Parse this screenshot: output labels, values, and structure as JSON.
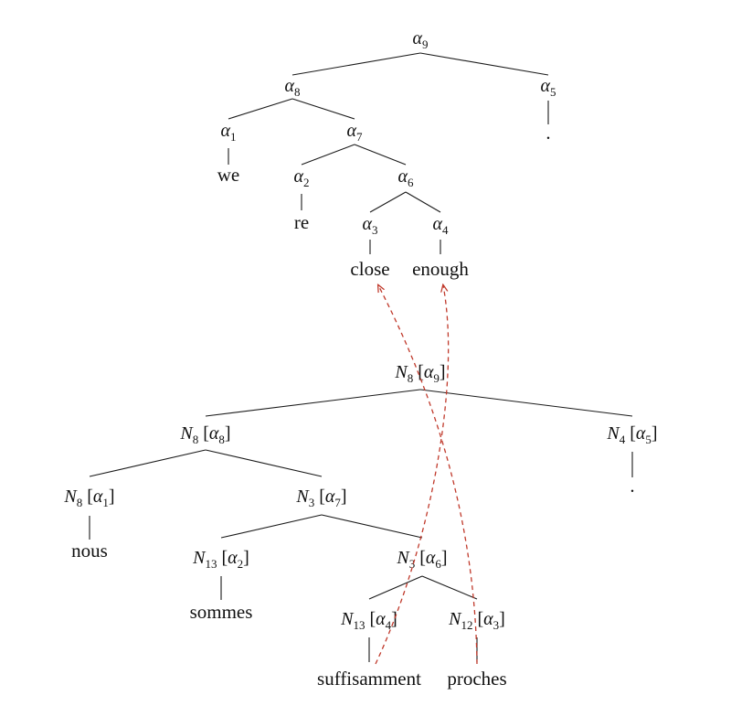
{
  "accent_color": "#c0392b",
  "en_tree": {
    "nodes": {
      "a9": {
        "sym": "α",
        "idx": "9"
      },
      "a8": {
        "sym": "α",
        "idx": "8"
      },
      "a5": {
        "sym": "α",
        "idx": "5"
      },
      "a1": {
        "sym": "α",
        "idx": "1"
      },
      "a7": {
        "sym": "α",
        "idx": "7"
      },
      "a2": {
        "sym": "α",
        "idx": "2"
      },
      "a6": {
        "sym": "α",
        "idx": "6"
      },
      "a3": {
        "sym": "α",
        "idx": "3"
      },
      "a4": {
        "sym": "α",
        "idx": "4"
      }
    },
    "words": {
      "we": "we",
      "re": "re",
      "close": "close",
      "enough": "enough",
      "period": "."
    }
  },
  "fr_tree": {
    "nodes": {
      "root": {
        "sym": "N",
        "idx": "8",
        "asym": "α",
        "aidx": "9"
      },
      "n8a8": {
        "sym": "N",
        "idx": "8",
        "asym": "α",
        "aidx": "8"
      },
      "n4a5": {
        "sym": "N",
        "idx": "4",
        "asym": "α",
        "aidx": "5"
      },
      "n8a1": {
        "sym": "N",
        "idx": "8",
        "asym": "α",
        "aidx": "1"
      },
      "n3a7": {
        "sym": "N",
        "idx": "3",
        "asym": "α",
        "aidx": "7"
      },
      "n13a2": {
        "sym": "N",
        "idx": "13",
        "asym": "α",
        "aidx": "2"
      },
      "n3a6": {
        "sym": "N",
        "idx": "3",
        "asym": "α",
        "aidx": "6"
      },
      "n13a4": {
        "sym": "N",
        "idx": "13",
        "asym": "α",
        "aidx": "4"
      },
      "n12a3": {
        "sym": "N",
        "idx": "12",
        "asym": "α",
        "aidx": "3"
      }
    },
    "words": {
      "nous": "nous",
      "sommes": "sommes",
      "suffisamment": "suffisamment",
      "proches": "proches",
      "period": "."
    }
  },
  "alignments": [
    {
      "from": "proches",
      "to": "close"
    },
    {
      "from": "suffisamment",
      "to": "enough"
    }
  ]
}
